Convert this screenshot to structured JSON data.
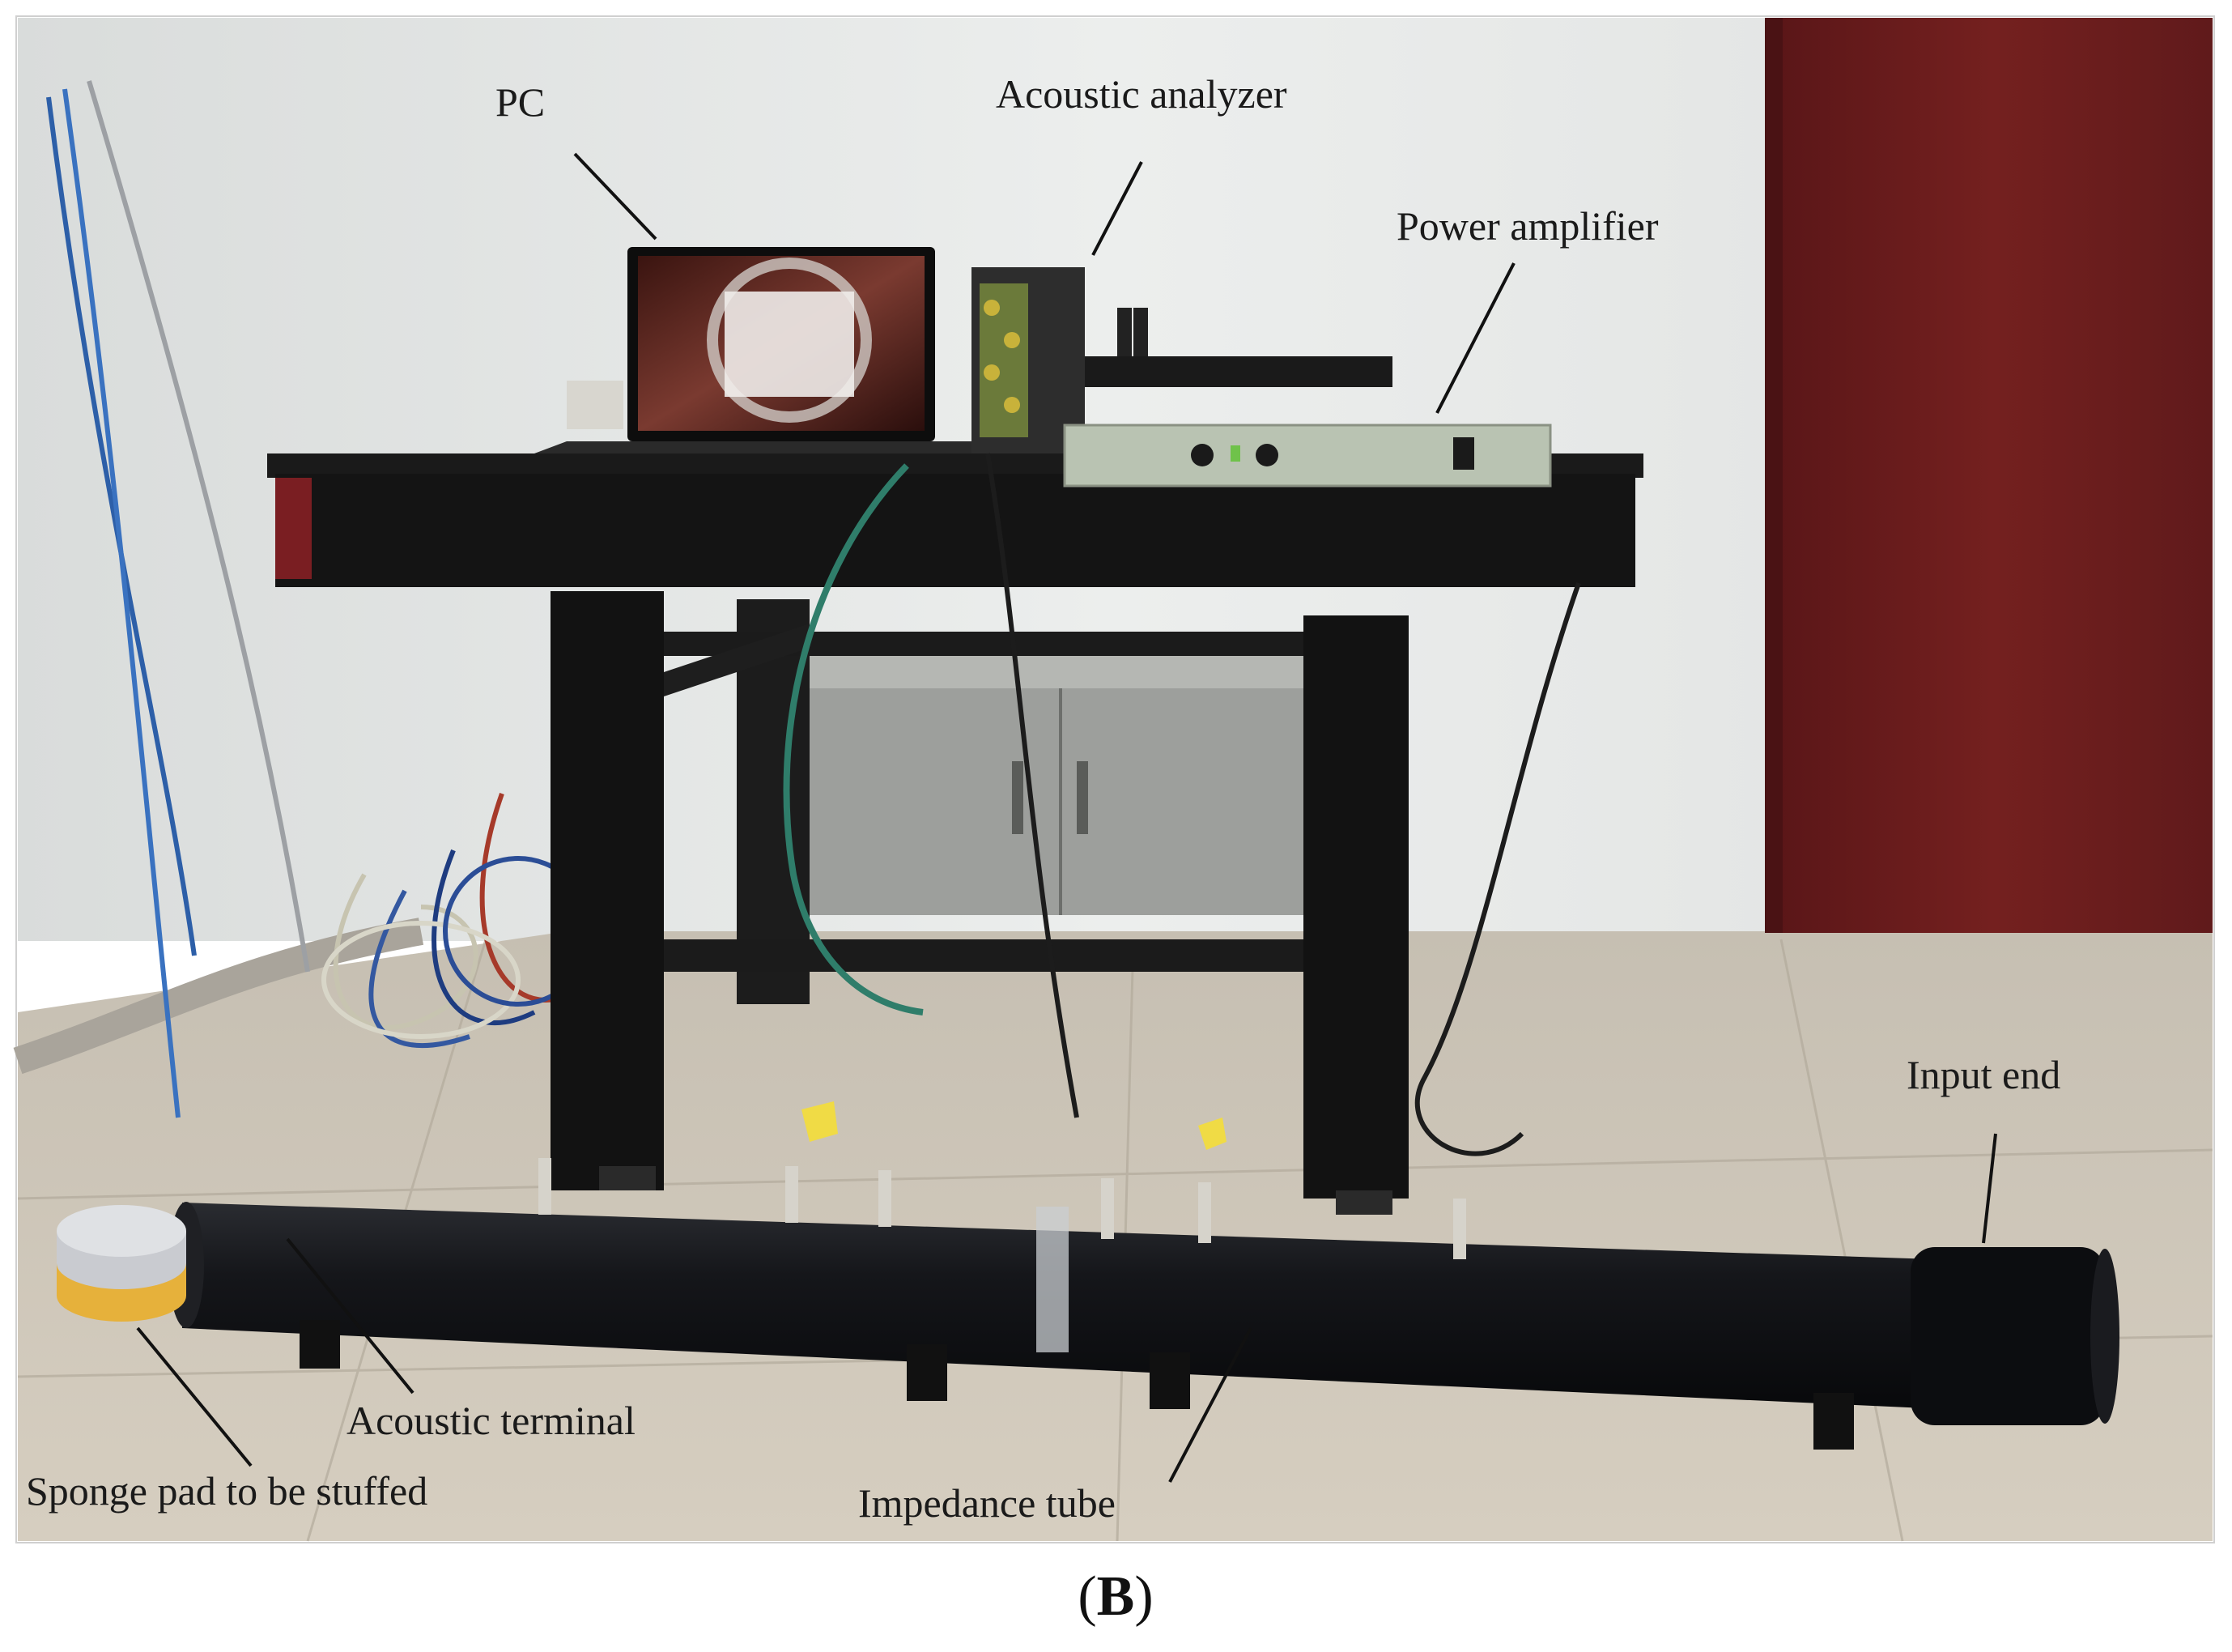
{
  "labels": {
    "pc": "PC",
    "acoustic_analyzer": "Acoustic analyzer",
    "power_amplifier": "Power amplifier",
    "input_end": "Input end",
    "acoustic_terminal": "Acoustic terminal",
    "sponge_pad": "Sponge pad to be stuffed",
    "impedance_tube": "Impedance tube"
  },
  "caption": {
    "open": "(",
    "letter": "B",
    "close": ")"
  },
  "colors": {
    "wall": "#e9ebea",
    "floor": "#cbc2b3",
    "door": "#6e1d1f",
    "table_black": "#141414",
    "tube_black": "#0e0f12",
    "amplifier_panel": "#b9c3b2",
    "cabinet": "#9d9f9c",
    "sponge_grey": "#c9cbd0",
    "sponge_yellow": "#e6b13b"
  }
}
